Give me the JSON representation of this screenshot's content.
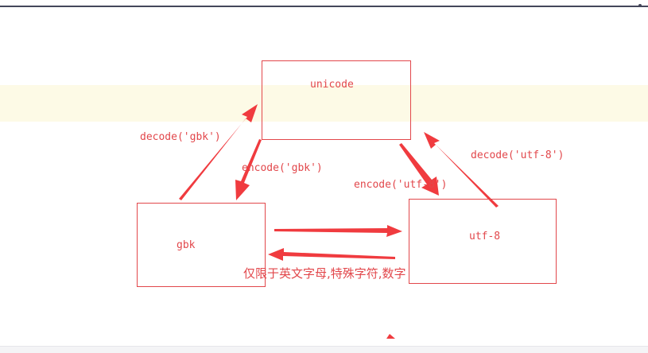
{
  "diagram": {
    "nodes": {
      "unicode": "unicode",
      "gbk": "gbk",
      "utf8": "utf-8"
    },
    "edges": {
      "decode_gbk": "decode('gbk')",
      "encode_gbk": "encode('gbk')",
      "encode_utf8": "encode('utf-8')",
      "decode_utf8": "decode('utf-8')"
    },
    "note": "仅限于英文字母,特殊字符,数字"
  },
  "colors": {
    "accent": "#e2474b",
    "arrow": "#f03b3f",
    "highlight": "#fdfae6"
  }
}
